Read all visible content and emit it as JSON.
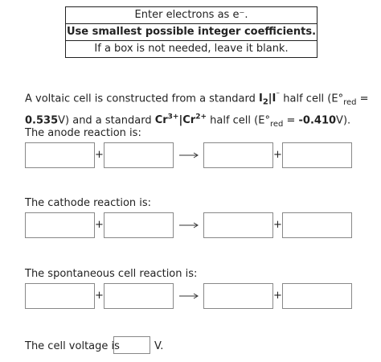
{
  "instructions": {
    "line1": "Enter electrons as e⁻.",
    "line2": "Use smallest possible integer coefficients.",
    "line3": "If a box is not needed, leave it blank."
  },
  "problem": {
    "intro": "A voltaic cell is constructed from a standard ",
    "couple1_ox": "I",
    "couple1_ox_sub": "2",
    "couple1_sep": "|",
    "couple1_red": "I",
    "couple1_red_sup": "⁻",
    "half_cell_text": " half cell (E°",
    "red_sub": "red",
    "equals": " = ",
    "e1_value": "0.535",
    "e1_unit": "V) and a standard ",
    "couple2_ox": "Cr",
    "couple2_ox_sup": "3+",
    "couple2_sep": "|",
    "couple2_red": "Cr",
    "couple2_red_sup": "2+",
    "half_cell_text2": " half cell (E°",
    "equals2": " = ",
    "e2_value": "-0.410",
    "e2_unit": "V)."
  },
  "sections": {
    "anode_label": "The anode reaction is:",
    "cathode_label": "The cathode reaction is:",
    "cell_label": "The spontaneous cell reaction is:"
  },
  "symbols": {
    "plus": "+"
  },
  "voltage": {
    "label": "The cell voltage is",
    "unit": "V."
  }
}
